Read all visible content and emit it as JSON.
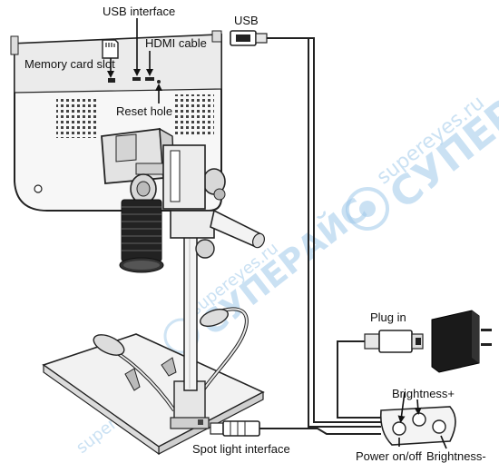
{
  "labels": {
    "usb_interface": "USB interface",
    "usb": "USB",
    "hdmi_cable": "HDMI cable",
    "memory_card_slot": "Memory card slot",
    "reset_hole": "Reset hole",
    "plug_in": "Plug in",
    "brightness_plus": "Brightness+",
    "power_on_off": "Power on/off",
    "brightness_minus": "Brightness-",
    "spot_light_interface": "Spot light interface"
  },
  "watermarks": {
    "site": "supereyes.ru",
    "brand": "СУПЕРАЙС"
  }
}
